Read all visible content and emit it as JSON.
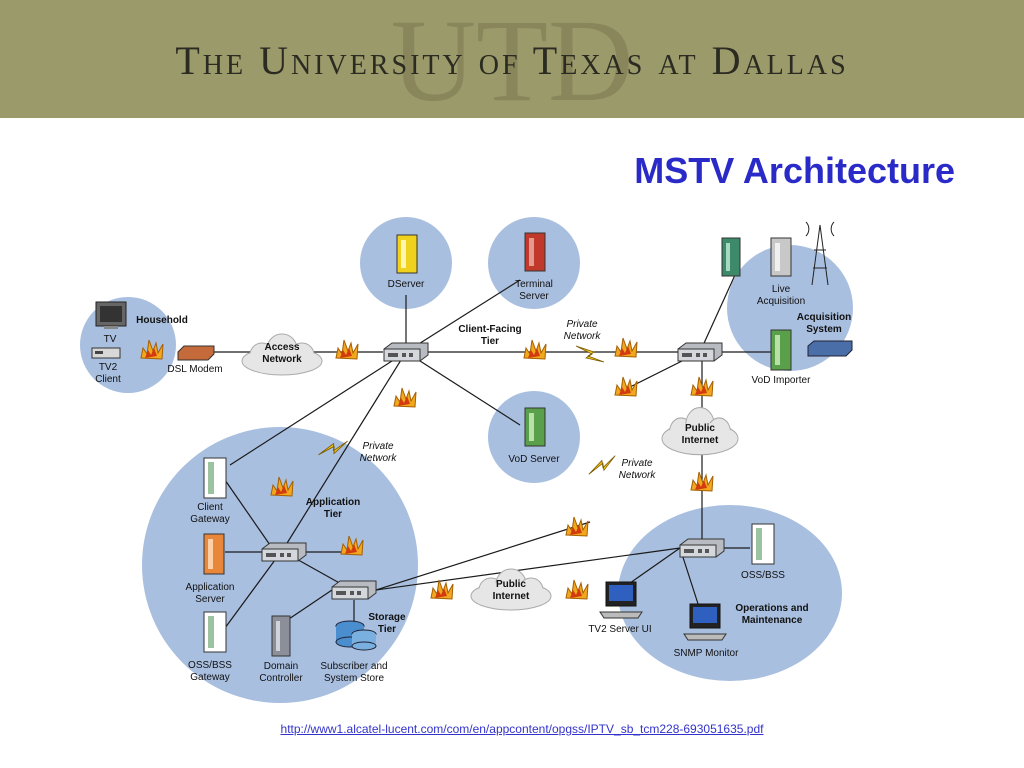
{
  "banner": {
    "university_name": "The University of Texas at Dallas",
    "watermark": "UTD",
    "colors": {
      "banner_bg": "#9b9a6b",
      "banner_text": "#2b2b22",
      "watermark": "#86835a"
    }
  },
  "slide": {
    "title": "MSTV Architecture",
    "title_color": "#2a2ac8",
    "source_url": "http://www1.alcatel-lucent.com/com/en/appcontent/opgss/IPTV_sb_tcm228-693051635.pdf"
  },
  "diagram": {
    "colors": {
      "zone": "#a9bfe0",
      "line": "#1a1a1a",
      "firewall": "#f2a81e",
      "cloud": "#e6e6e6"
    },
    "household": {
      "title": "Household",
      "tv": "TV",
      "tv2_client": "TV2\nClient",
      "dsl_modem": "DSL Modem"
    },
    "access_network": "Access\nNetwork",
    "client_facing_tier": {
      "title": "Client-Facing\nTier",
      "dserver": "DServer",
      "terminal_server": "Terminal\nServer",
      "vod_server": "VoD Server"
    },
    "private_networks": [
      "Private\nNetwork",
      "Private\nNetwork",
      "Private\nNetwork"
    ],
    "acquisition_system": {
      "title": "Acquisition\nSystem",
      "live_acquisition": "Live\nAcquisition",
      "vod_importer": "VoD Importer"
    },
    "public_internet": [
      "Public\nInternet",
      "Public\nInternet"
    ],
    "application_tier": {
      "title": "Application\nTier",
      "client_gateway": "Client\nGateway",
      "application_server": "Application\nServer",
      "oss_bss_gateway": "OSS/BSS\nGateway"
    },
    "storage_tier": {
      "title": "Storage\nTier",
      "domain_controller": "Domain\nController",
      "subscriber_store": "Subscriber and\nSystem Store"
    },
    "operations": {
      "title": "Operations and\nMaintenance",
      "oss_bss": "OSS/BSS",
      "tv2_server_ui": "TV2 Server UI",
      "snmp_monitor": "SNMP Monitor"
    }
  }
}
